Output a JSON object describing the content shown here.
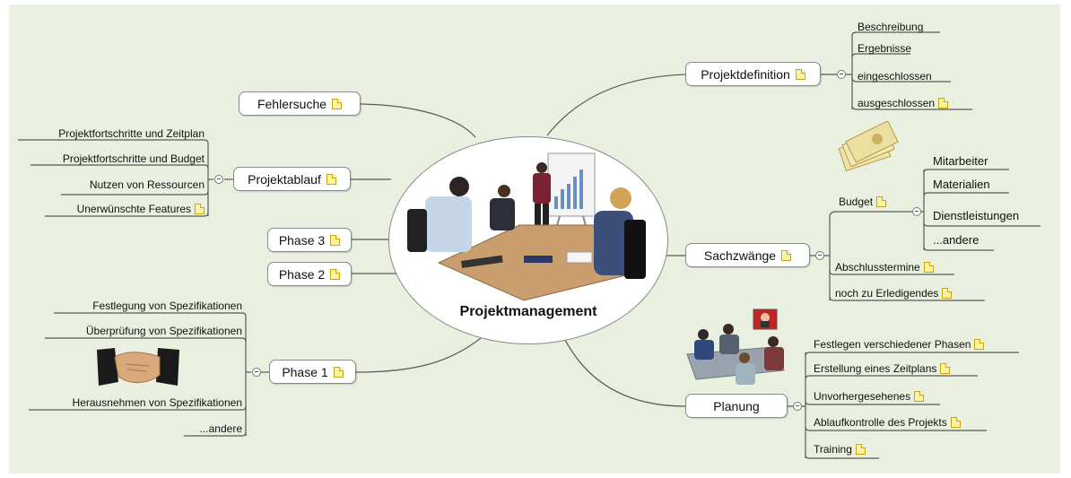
{
  "root": {
    "label": "Projektmanagement"
  },
  "nodes": {
    "projektdefinition": {
      "label": "Projektdefinition",
      "children": [
        "Beschreibung",
        "Ergebnisse",
        "eingeschlossen",
        "ausgeschlossen"
      ]
    },
    "fehlersuche": {
      "label": "Fehlersuche"
    },
    "projektablauf": {
      "label": "Projektablauf",
      "children": [
        "Projektfortschritte und Zeitplan",
        "Projektfortschritte und Budget",
        "Nutzen von Ressourcen",
        "Unerwünschte Features"
      ]
    },
    "phase3": {
      "label": "Phase 3"
    },
    "phase2": {
      "label": "Phase 2"
    },
    "phase1": {
      "label": "Phase 1",
      "children": [
        "Festlegung von Spezifikationen",
        "Überprüfung von Spezifikationen",
        "Herausnehmen von Spezifikationen",
        "...andere"
      ]
    },
    "sachzwaenge": {
      "label": "Sachzwänge",
      "children": [
        "Budget",
        "Abschlusstermine",
        "noch zu Erledigendes"
      ]
    },
    "budget": {
      "label": "Budget",
      "children": [
        "Mitarbeiter",
        "Materialien",
        "Dienstleistungen",
        "...andere"
      ]
    },
    "planung": {
      "label": "Planung",
      "children": [
        "Festlegen verschiedener Phasen",
        "Erstellung eines Zeitplans",
        "Unvorhergesehenes",
        "Ablaufkontrolle des Projekts",
        "Training"
      ]
    }
  },
  "icons": {
    "note": "note-icon",
    "toggle": "collapse-toggle-icon",
    "center_image": "meeting-illustration",
    "handshake": "handshake-illustration",
    "money": "banknotes-illustration",
    "videoconference": "video-conference-illustration"
  },
  "colors": {
    "background": "#e9f0df",
    "line": "#5a5a5a",
    "box_border": "#8a8a8a",
    "note_fill": "#fff3a0"
  }
}
